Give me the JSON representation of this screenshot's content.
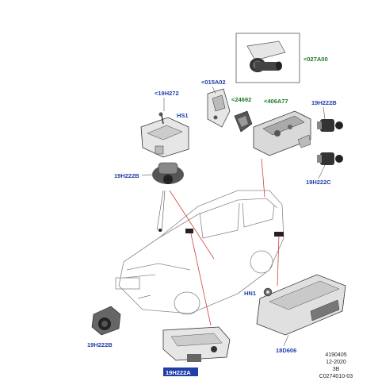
{
  "callouts": {
    "c027A00": "<027A00",
    "c015A02": "<015A02",
    "c24692": "<24692",
    "c406A77": "<406A77",
    "c19H272": "<19H272",
    "hs1": "HS1",
    "c19H222B_top": "19H222B",
    "c19H222B_mid": "19H222B",
    "c19H222C": "19H222C",
    "c19H222B_low": "19H222B",
    "hn1": "HN1",
    "c18D606": "18D606",
    "c19H222A": "19H222A"
  },
  "footer": {
    "line1": "4190405",
    "line2": "12-2020",
    "line3": "3B",
    "line4": "C0274010-03"
  },
  "colors": {
    "callout_blue": "#1f3ea8",
    "callout_green": "#1d7a2b",
    "leader_red": "#d0403a"
  }
}
